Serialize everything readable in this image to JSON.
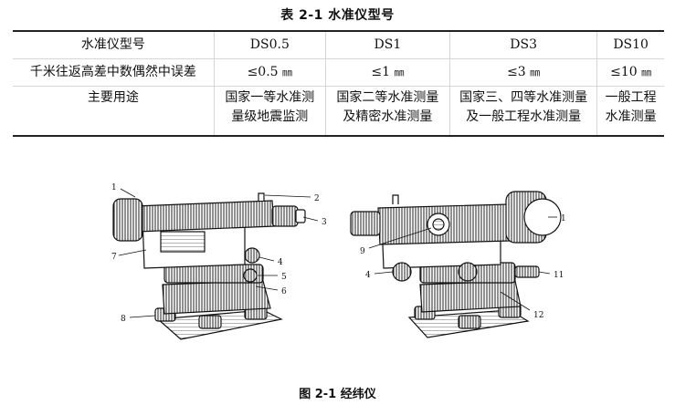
{
  "table": {
    "title": "表 2-1 水准仪型号",
    "header": [
      "水准仪型号",
      "DS0.5",
      "DS1",
      "DS3",
      "DS10"
    ],
    "row_precision": {
      "label": "千米往返高差中数偶然中误差",
      "values": [
        "≤0.5",
        "≤1",
        "≤3",
        "≤10"
      ],
      "unit": "㎜"
    },
    "row_usage": {
      "label": "主要用途",
      "values": [
        [
          "国家一等水准测",
          "量级地震监测"
        ],
        [
          "国家二等水准测量",
          "及精密水准测量"
        ],
        [
          "国家三、四等水准测量",
          "及一般工程水准测量"
        ],
        [
          "一般工程",
          "水准测量"
        ]
      ]
    }
  },
  "figure": {
    "caption": "图 2-1 经纬仪",
    "left_callouts": [
      "1",
      "2",
      "3",
      "4",
      "5",
      "6",
      "7",
      "8"
    ],
    "right_callouts": [
      "1",
      "9",
      "4",
      "11",
      "12"
    ]
  }
}
